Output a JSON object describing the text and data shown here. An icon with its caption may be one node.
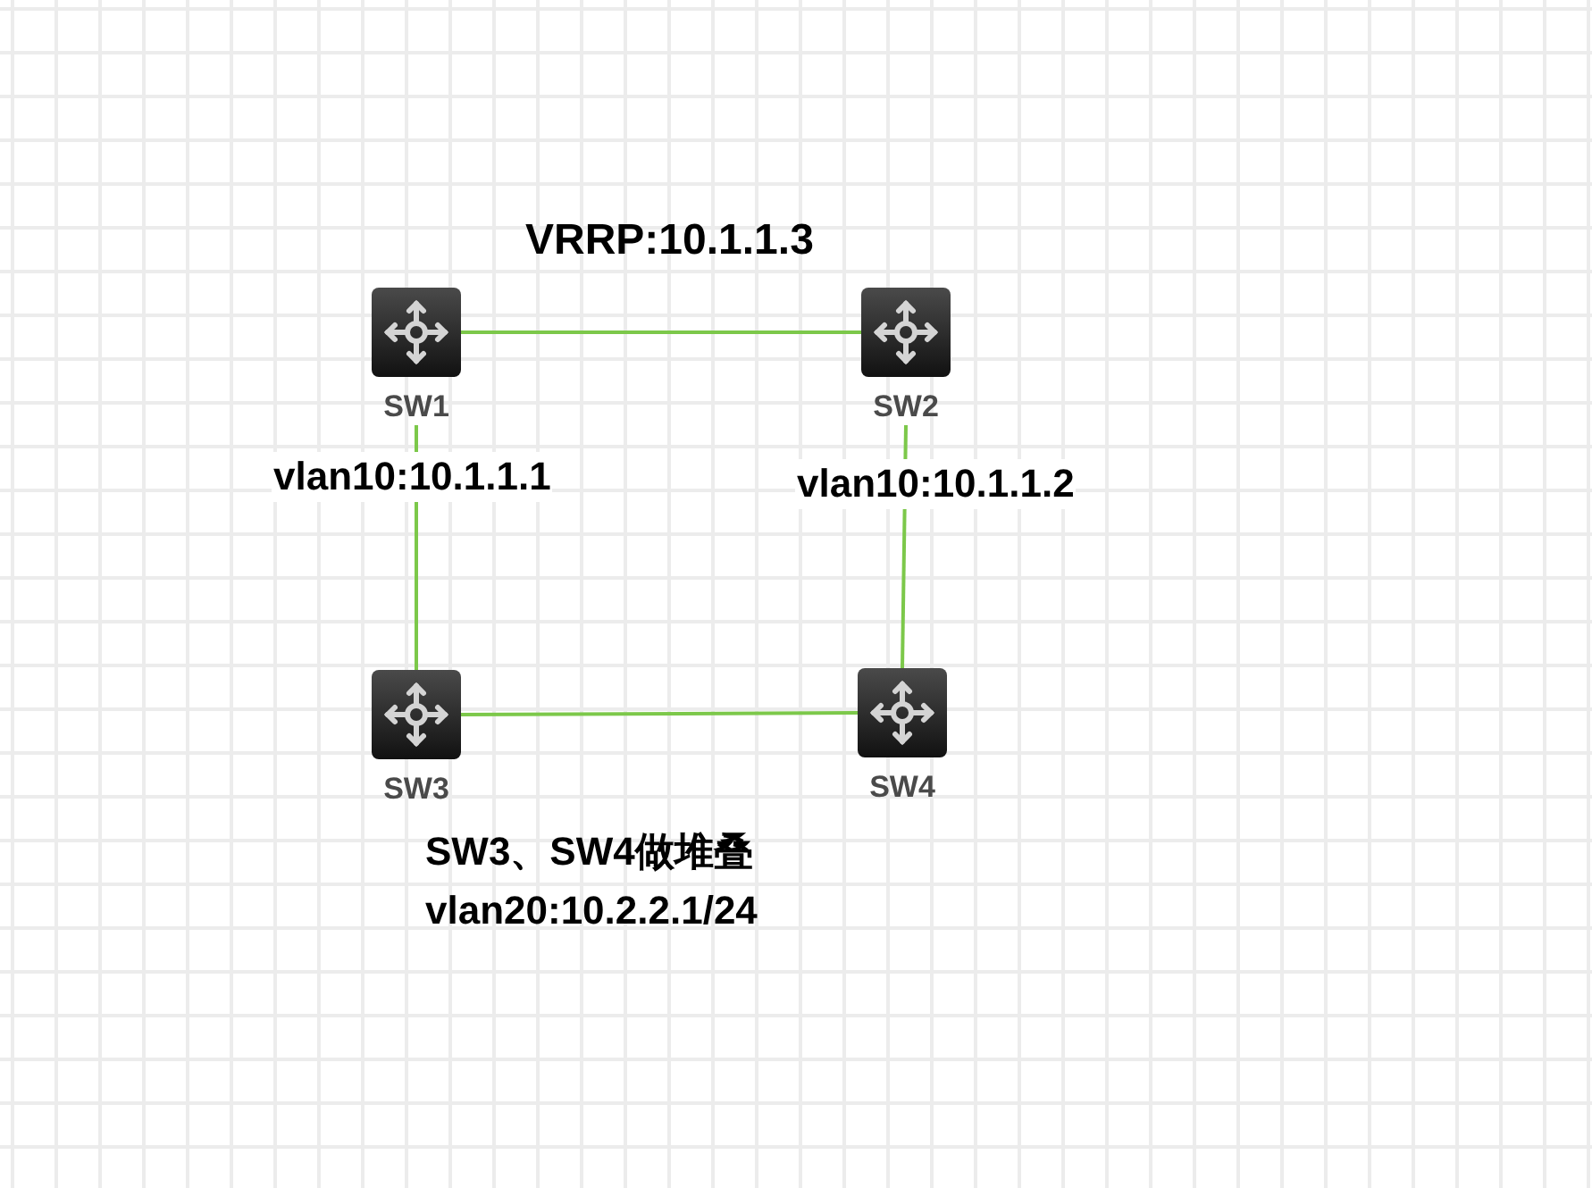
{
  "diagram": {
    "nodes": [
      {
        "text": [
          "SW1"
        ]
      },
      {
        "text": [
          "SW2"
        ]
      },
      {
        "text": [
          "SW3"
        ]
      },
      {
        "text": [
          "SW4"
        ]
      }
    ],
    "edges": [
      {
        "from": 0,
        "to": 1,
        "arrow": "none"
      },
      {
        "from": 0,
        "to": 2,
        "arrow": "none"
      },
      {
        "from": 1,
        "to": 3,
        "arrow": "none"
      },
      {
        "from": 2,
        "to": 3,
        "arrow": "none"
      }
    ],
    "labels": [
      "VRRP:10.1.1.3",
      "vlan10:10.1.1.1",
      "vlan10:10.1.1.2",
      "SW3、SW4做堆叠",
      "vlan20:10.2.2.1/24"
    ]
  }
}
